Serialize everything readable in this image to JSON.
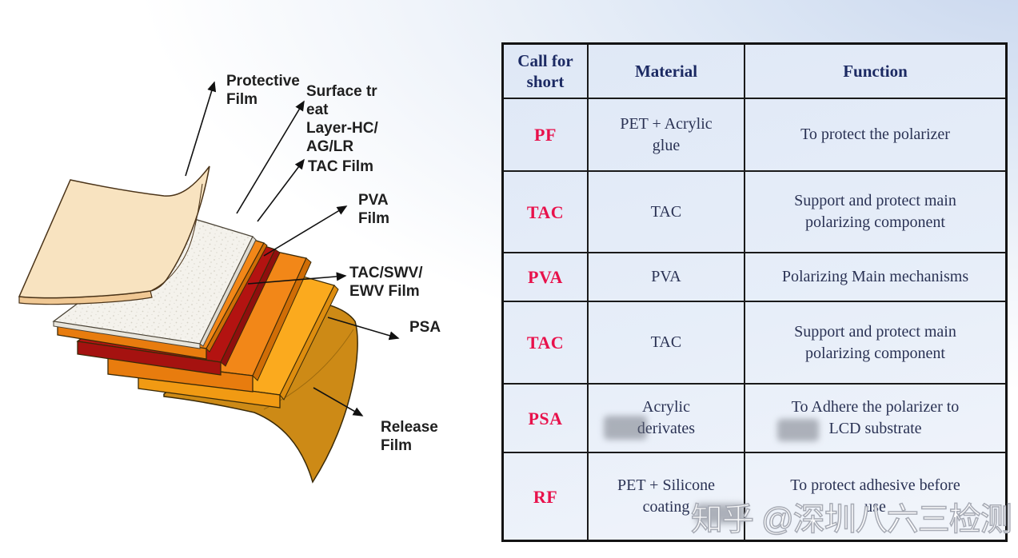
{
  "diagram": {
    "labels": {
      "protective": "Protective\nFilm",
      "surface_treat": "Surface tr\neat\nLayer-HC/\nAG/LR",
      "tac": "TAC Film",
      "pva": "PVA\nFilm",
      "tac_swv": "TAC/SWV/\nEWV Film",
      "psa": "PSA",
      "release": "Release\nFilm"
    },
    "colors": {
      "protective_film": "#f8e3c0",
      "surface_layer": "#f3f1ea",
      "orange_film": "#f28718",
      "pva_film": "#b31311",
      "yellow_film": "#fbaa1e",
      "release_film": "#cd8a16"
    }
  },
  "table": {
    "headers": [
      "Call for\nshort",
      "Material",
      "Function"
    ],
    "rows": [
      {
        "abbr": "PF",
        "material": "PET + Acrylic\nglue",
        "function": "To protect the polarizer"
      },
      {
        "abbr": "TAC",
        "material": "TAC",
        "function": "Support and protect main\npolarizing component"
      },
      {
        "abbr": "PVA",
        "material": "PVA",
        "function": "Polarizing Main mechanisms"
      },
      {
        "abbr": "TAC",
        "material": "TAC",
        "function": "Support and protect main\npolarizing component"
      },
      {
        "abbr": "PSA",
        "material": "Acrylic\nderivates",
        "function": "To Adhere the polarizer to\nLCD substrate",
        "material_redacted": true,
        "function_redacted": true
      },
      {
        "abbr": "RF",
        "material": "PET + Silicone\ncoating",
        "function": "To protect adhesive before\nuse",
        "material_redacted": true
      }
    ],
    "abbr_color": "#e8114b",
    "header_color": "#1c2a63",
    "body_color": "#2a3254"
  },
  "watermark": "知乎 @深圳八六三检测"
}
